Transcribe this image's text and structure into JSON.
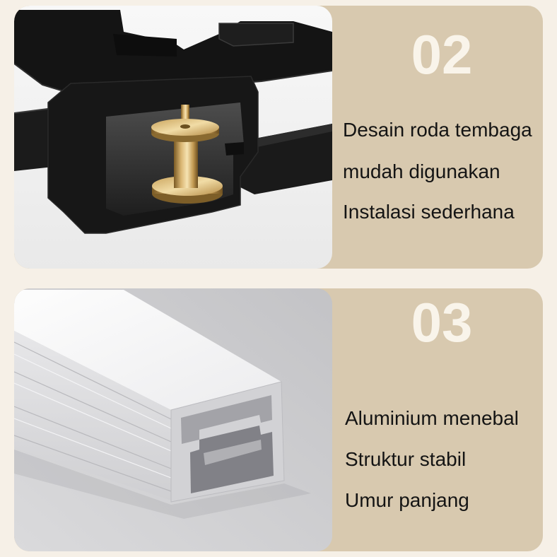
{
  "panels": [
    {
      "number": "02",
      "lines": [
        "Desain roda tembaga",
        "mudah digunakan",
        "Instalasi sederhana"
      ]
    },
    {
      "number": "03",
      "lines": [
        "Aluminium menebal",
        "Struktur stabil",
        "Umur panjang"
      ]
    }
  ],
  "colors": {
    "page_background": "#f6f0e7",
    "panel_background": "#d8c9af",
    "number": "#f9f4ea",
    "text": "#141414"
  }
}
